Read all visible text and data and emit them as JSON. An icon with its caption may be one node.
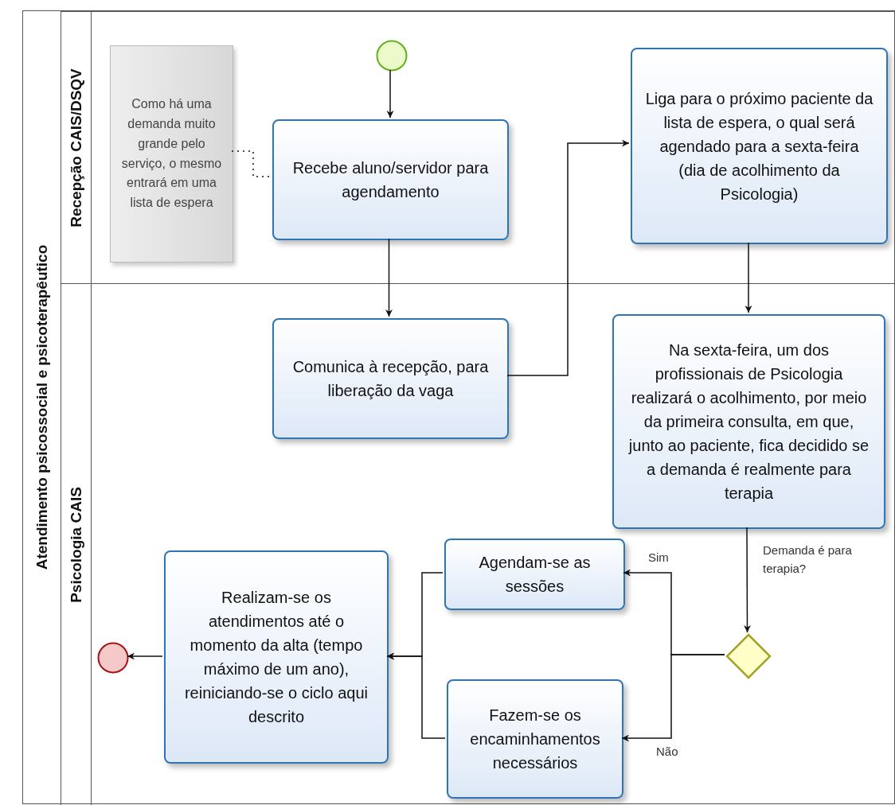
{
  "diagram": {
    "nodes": [
      {
        "text": [
          "Atendimento psicossocial e psicoterapêutico"
        ]
      },
      {
        "text": [
          "Recepção CAIS/DSQV"
        ],
        "in": 0
      },
      {
        "text": [
          "Psicologia CAIS"
        ],
        "in": 0
      },
      {
        "text": [
          "Como há uma demanda muito grande pelo serviço, o mesmo entrará em uma lista de espera"
        ],
        "in": 1
      },
      {
        "text": [],
        "shape": "circle",
        "in": 1
      },
      {
        "text": [
          "Recebe aluno/servidor para agendamento"
        ],
        "in": 1
      },
      {
        "text": [
          "Liga para o próximo paciente da lista de espera, o qual será agendado para a sexta-feira (dia de acolhimento da Psicologia)"
        ],
        "in": 1
      },
      {
        "text": [
          "Comunica à recepção, para liberação da vaga"
        ],
        "in": 2
      },
      {
        "text": [
          "Na sexta-feira, um dos profissionais de Psicologia realizará o acolhimento, por meio da primeira consulta, em que, junto ao paciente, fica decidido se a demanda é realmente para terapia"
        ],
        "in": 2
      },
      {
        "text": [],
        "shape": "diamond",
        "in": 2
      },
      {
        "text": [
          "Agendam-se as sessões"
        ],
        "in": 2
      },
      {
        "text": [
          "Fazem-se os encaminhamentos necessários"
        ],
        "in": 2
      },
      {
        "text": [
          "Realizam-se os atendimentos até o momento da alta (tempo máximo de um ano), reiniciando-se o ciclo aqui descrito"
        ],
        "in": 2
      },
      {
        "text": [],
        "shape": "circle",
        "in": 2
      }
    ],
    "edges": [
      {
        "from": 3,
        "to": 5,
        "arrow": "none",
        "style": "dashed"
      },
      {
        "from": 4,
        "to": 5,
        "arrow": "to"
      },
      {
        "from": 5,
        "to": 7,
        "arrow": "to"
      },
      {
        "from": 7,
        "to": 6,
        "arrow": "to"
      },
      {
        "from": 6,
        "to": 8,
        "arrow": "to"
      },
      {
        "from": 8,
        "to": 9,
        "arrow": "to"
      },
      {
        "from": 9,
        "to": 10,
        "arrow": "to",
        "label": "Sim"
      },
      {
        "from": 9,
        "to": 11,
        "arrow": "to",
        "label": "Não"
      },
      {
        "from": 10,
        "to": 12,
        "arrow": "to"
      },
      {
        "from": 11,
        "to": 12,
        "arrow": "to"
      },
      {
        "from": 12,
        "to": 13,
        "arrow": "to"
      }
    ],
    "labels": [
      "Demanda é para terapia?"
    ]
  }
}
